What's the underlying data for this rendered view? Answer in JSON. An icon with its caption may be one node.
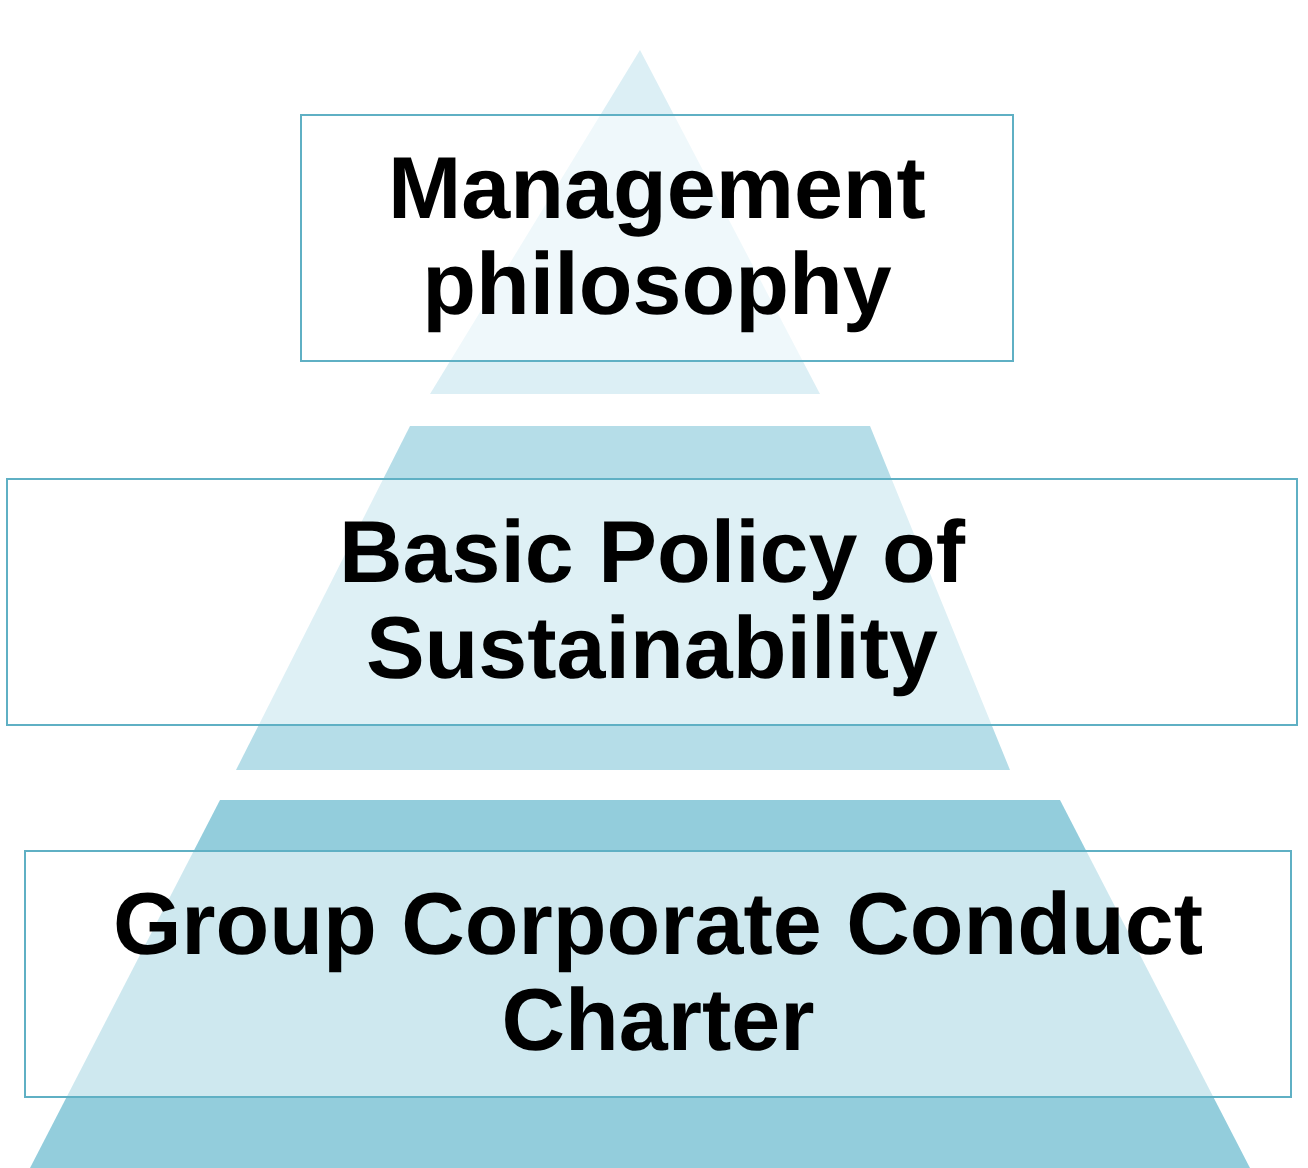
{
  "diagram": {
    "nodes": [
      {
        "text": [
          "Management philosophy"
        ]
      },
      {
        "text": [
          "Basic Policy of Sustainability"
        ]
      },
      {
        "text": [
          "Group Corporate Conduct Charter"
        ]
      }
    ]
  }
}
